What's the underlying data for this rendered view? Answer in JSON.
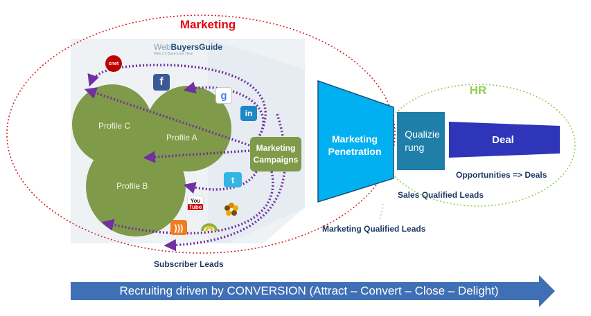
{
  "labels": {
    "marketing": "Marketing",
    "hr": "HR",
    "web_buyers_guide": {
      "web": "Web",
      "buyers_guide": "BuyersGuide",
      "tagline": "Web 2.0 Buyers are Here"
    },
    "profile_a": "Profile A",
    "profile_b": "Profile B",
    "profile_c": "Profile C",
    "marketing_campaigns_line1": "Marketing",
    "marketing_campaigns_line2": "Campaigns",
    "marketing_penetration_line1": "Marketing",
    "marketing_penetration_line2": "Penetration",
    "qualizierung_line1": "Qualizie",
    "qualizierung_line2": "rung",
    "deal": "Deal",
    "opportunities": "Opportunities => Deals",
    "sales_qualified_leads": "Sales Qualified Leads",
    "marketing_qualified_leads": "Marketing Qualified Leads",
    "subscriber_leads": "Subscriber Leads",
    "bottom_arrow": "Recruiting driven by CONVERSION (Attract – Convert – Close – Delight)"
  },
  "icons": {
    "cnet": {
      "name": "cnet-icon",
      "text": "cnet"
    },
    "facebook": {
      "name": "facebook-icon",
      "text": "f"
    },
    "google": {
      "name": "google-icon",
      "text": "g"
    },
    "linkedin": {
      "name": "linkedin-icon",
      "text": "in"
    },
    "twitter": {
      "name": "twitter-icon",
      "text": "t"
    },
    "youtube": {
      "name": "youtube-icon",
      "text1": "You",
      "text2": "Tube"
    },
    "rss": {
      "name": "rss-icon",
      "text": ")))"
    },
    "honeycomb": {
      "name": "honeycomb-icon"
    },
    "delicious": {
      "name": "delicious-icon"
    }
  },
  "colors": {
    "marketing_label": "#e30613",
    "marketing_ellipse": "#d61f26",
    "hr_label": "#92d050",
    "hr_ellipse": "#92d050",
    "profile_green": "#7f9a48",
    "dotted_arrow": "#7030a0",
    "funnel": "#00b0f0",
    "qualizierung": "#1f7fa8",
    "deal": "#2e35b8",
    "bottom_arrow": "#3f6fb5",
    "text_navy": "#1f3864"
  }
}
